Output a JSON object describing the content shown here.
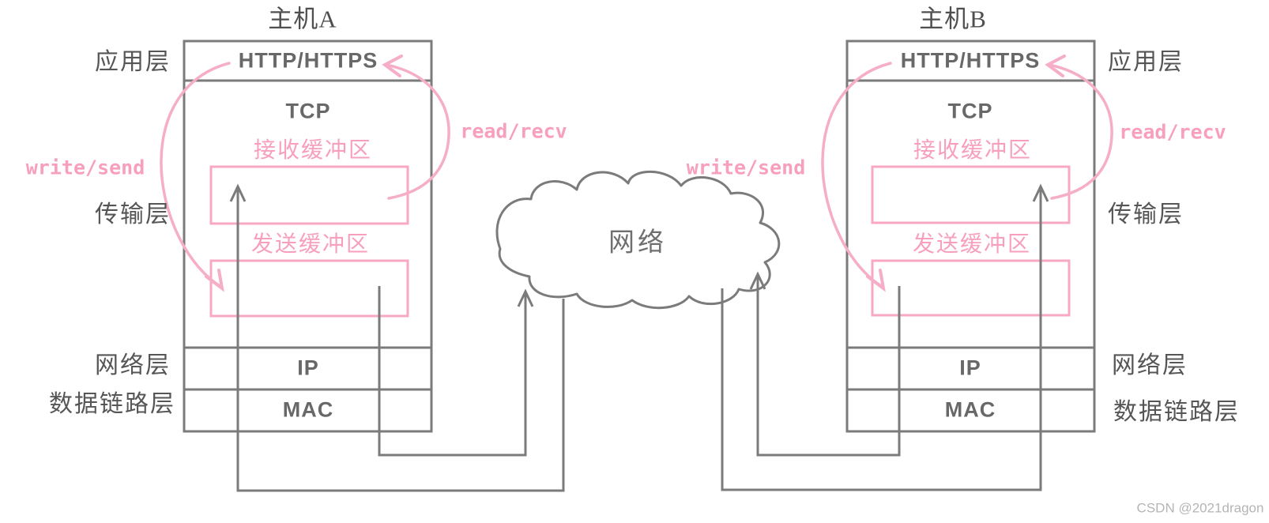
{
  "hosts": {
    "a": {
      "title": "主机A",
      "app_protocol": "HTTP/HTTPS",
      "transport_protocol": "TCP",
      "recv_buffer": "接收缓冲区",
      "send_buffer": "发送缓冲区",
      "network_protocol": "IP",
      "datalink_protocol": "MAC",
      "write_label": "write/send",
      "read_label": "read/recv"
    },
    "b": {
      "title": "主机B",
      "app_protocol": "HTTP/HTTPS",
      "transport_protocol": "TCP",
      "recv_buffer": "接收缓冲区",
      "send_buffer": "发送缓冲区",
      "network_protocol": "IP",
      "datalink_protocol": "MAC",
      "write_label": "write/send",
      "read_label": "read/recv"
    }
  },
  "layers": {
    "app": "应用层",
    "transport": "传输层",
    "network": "网络层",
    "datalink": "数据链路层"
  },
  "cloud": {
    "label": "网络"
  },
  "watermark": {
    "text": "CSDN @2021dragon"
  },
  "colors": {
    "line_gray": "#7b7b7b",
    "label_gray": "#565656",
    "protocol_gray": "#686868",
    "pink": "#f79fbd",
    "pink_stroke": "#f6aec8",
    "watermark_gray": "#b5b5b5"
  }
}
